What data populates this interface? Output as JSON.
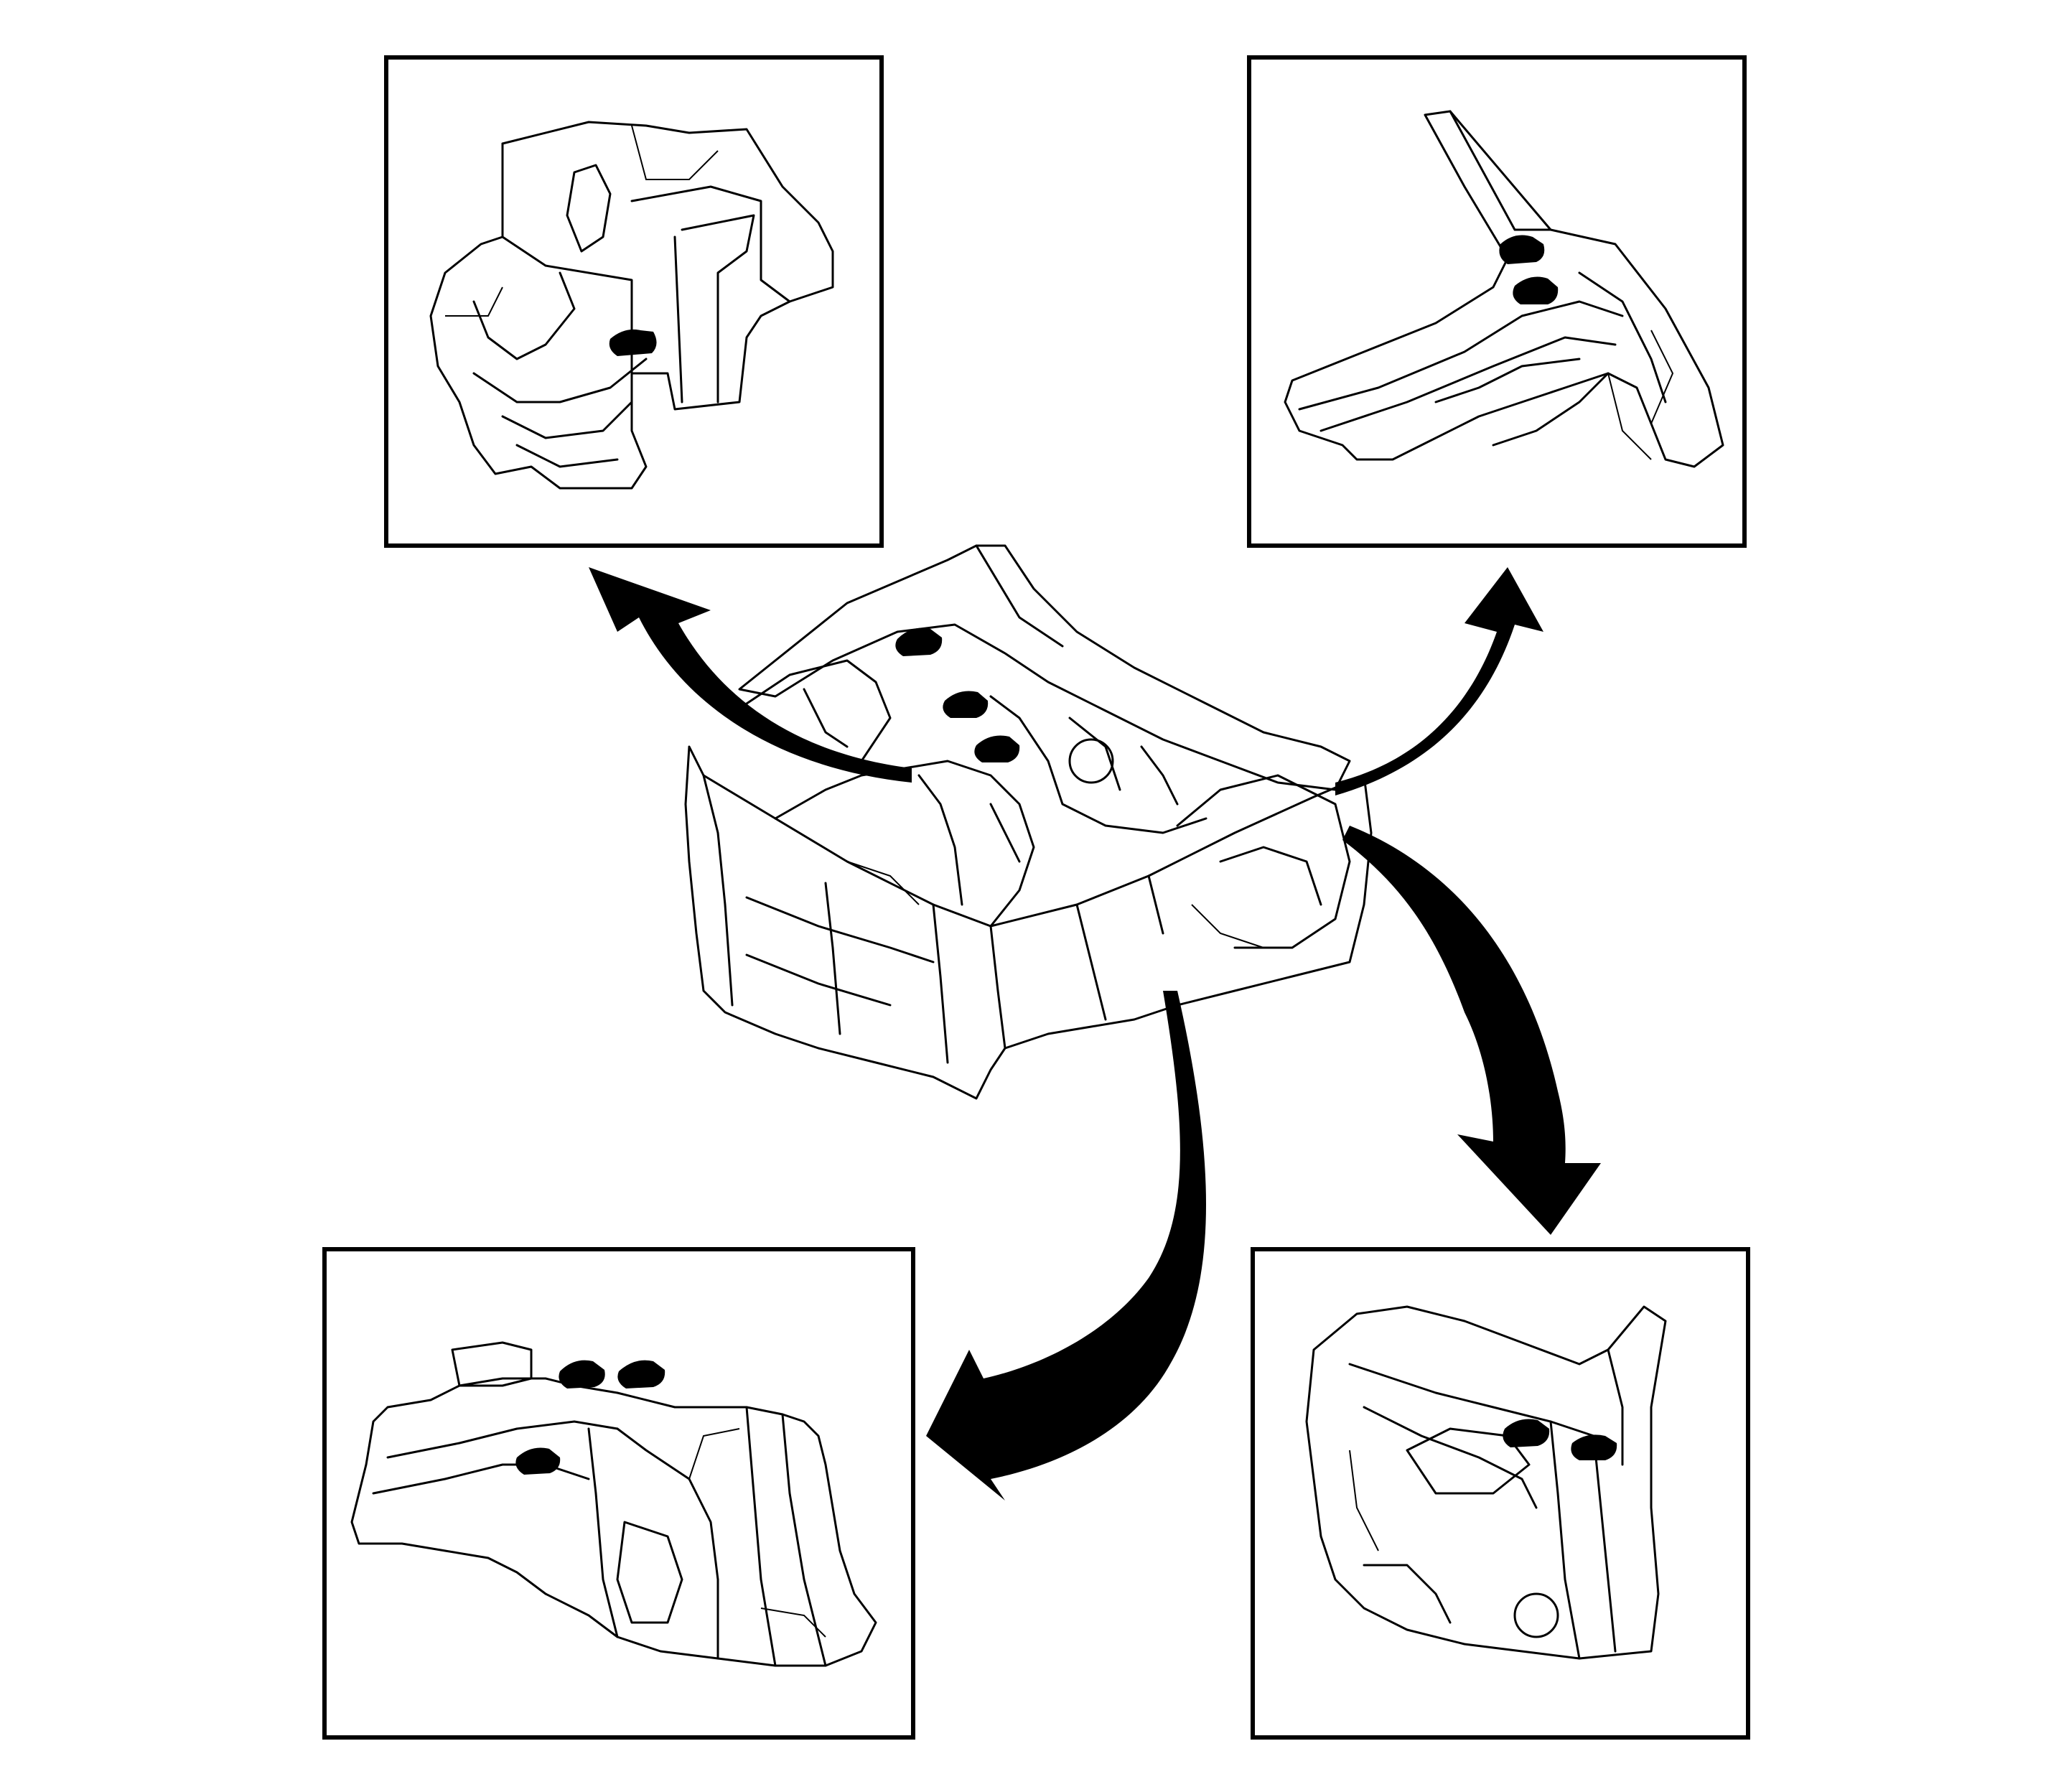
{
  "figure": {
    "type": "exploded body-structure illustration",
    "background": "#ffffff",
    "ink": "#000000",
    "has_text": false
  },
  "views": [
    {
      "id": "center",
      "icon": "front-body-structure-icon"
    },
    {
      "id": "upper-left",
      "icon": "wheelhouse-panel-icon"
    },
    {
      "id": "upper-right",
      "icon": "cowl-rail-icon"
    },
    {
      "id": "lower-left",
      "icon": "wheelhouse-panel-icon"
    },
    {
      "id": "lower-right",
      "icon": "front-hinge-pillar-icon"
    }
  ],
  "callout_arrows": 4
}
